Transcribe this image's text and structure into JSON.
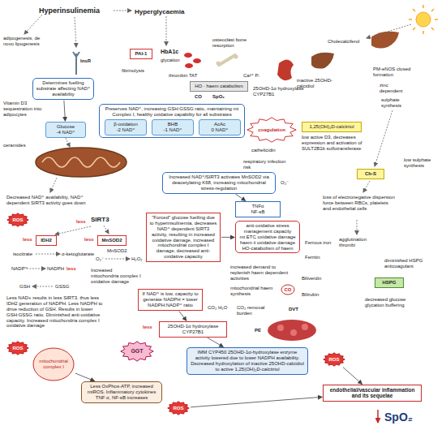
{
  "diagram": {
    "nodes": [
      {
        "text": [
          "PAI-1"
        ]
      },
      {
        "text": [
          "Determines fuelling substrate affecting NAD⁺ availability"
        ]
      },
      {
        "text": [
          "Preserves NAD⁺, increasing GSH:GSSG ratio, maintaining mt Complex I, healthy oxidative capability for all substrates"
        ]
      },
      {
        "text": [
          "Glucose",
          "-4 NAD⁺"
        ]
      },
      {
        "text": [
          "β-oxidation",
          "-2 NAD⁺"
        ],
        "in": 2
      },
      {
        "text": [
          "BHB",
          "-1 NAD⁺"
        ],
        "in": 2
      },
      {
        "text": [
          "AcAc",
          "0 NAD⁺"
        ],
        "in": 2
      },
      {
        "text": [
          "1,25(OH)₂D-calcitriol"
        ]
      },
      {
        "text": [
          "HO · haem catabolism"
        ]
      },
      {
        "text": [
          "coagulation"
        ]
      },
      {
        "text": [
          "Ch-S"
        ]
      },
      {
        "text": [
          "Increased NAD⁺/SIRT3 activates MnSOD2 via deacetylating K68, increasing mitochondrial stress-regulation"
        ]
      },
      {
        "text": [
          "TNFα",
          "NF-κB"
        ]
      },
      {
        "text": [
          "\"Forced\" glucose fuelling due to hyperinsulinemia, decreases NAD⁺ dependent SIRT3 activity, resulting in increased oxidative damage, increased mitochondrial complex I damage, decreased anti-oxidative capacity"
        ]
      },
      {
        "text": [
          "anti-oxidative stress management capacity",
          "mt ETC oxidative damage",
          "haem ii oxidative damage",
          "HO-catabolism of haem"
        ]
      },
      {
        "text": [
          "HSPG"
        ]
      },
      {
        "text": [
          "IDH2"
        ]
      },
      {
        "text": [
          "MnSOD2"
        ]
      },
      {
        "text": [
          "If NAD⁺ is low, capacity to generate NADPH = lower NADPH:NADP⁺ ratio"
        ]
      },
      {
        "text": [
          "25OHD-1α hydroxylase CYP27B1"
        ]
      },
      {
        "text": [
          "IMM CYP450 25OHD-1α-hydroxylase enzyme activity lowered due to lower NADPH availability. Decreased hydroxylation of inactive 25OHD-calcidiol to active 1,25(OH)₂D-calcitriol"
        ]
      },
      {
        "text": [
          "GGT"
        ]
      },
      {
        "text": [
          "mitochondrial complex I"
        ]
      },
      {
        "text": [
          "Less OxPhos-ATP, increased mtROS. Inflammatory cytokines TNF α, NF-κB increases"
        ]
      },
      {
        "text": [
          "endothelial/vascular inflammation and its sequelae"
        ]
      },
      {
        "text": [
          "ROS"
        ]
      },
      {
        "text": [
          "ROS"
        ]
      },
      {
        "text": [
          "ROS"
        ]
      },
      {
        "text": [
          "ROS"
        ]
      },
      {
        "text": [
          "CO"
        ]
      }
    ],
    "edges": [
      {
        "from": 1,
        "to": 3,
        "arrow": "to"
      },
      {
        "from": 11,
        "to": 12,
        "arrow": "to"
      },
      {
        "from": 13,
        "to": 14,
        "arrow": "to"
      },
      {
        "from": 18,
        "to": 19,
        "arrow": "to"
      },
      {
        "from": 19,
        "to": 20,
        "arrow": "to"
      },
      {
        "from": 22,
        "to": 23,
        "arrow": "to"
      },
      {
        "from": 28,
        "to": 24,
        "arrow": "to"
      },
      {
        "from": 27,
        "to": 24,
        "arrow": "to"
      }
    ],
    "labels": [
      "Hyperinsulinemia",
      "Hyperglycaemia",
      "InsR",
      "adipogenesis, de novo lipogenesis",
      "HbA1c",
      "glycation",
      "osteoclast bone resorption",
      "Cholecalciferol",
      "PM-eNOS closed formation",
      "inactive 25OHD-calcidiol",
      "zinc dependent",
      "Ca²⁺ Pᵢ",
      "thrombin TAT",
      "fibrinolysis",
      "25OHD-1α hydroxylase CYP27B1",
      "CO",
      "SpO₂",
      "sulphate synthesis",
      "Vitamin D3 sequestration into adipocytes",
      "low active D3, decreases expression and activation of SULT2B1b sulfotransferase",
      "cathelicidin",
      "respiratory infection risk",
      "ceramides",
      "O₂⁻",
      "loss of electronegative dispersion force between RBCs, platelets and endothelial cells",
      "low sulphate synthesis",
      "Decreased NAD⁺ availability, NAD⁺ dependent SIRT3 activity goes down",
      "less",
      "SIRT3",
      "agglutination thrombi",
      "less",
      "less",
      "isocitrate",
      "α-ketoglutarate",
      "NADP⁺",
      "NADPH",
      "less",
      "O₂⁻",
      "MnSOD2",
      "H₂O₂",
      "Ferrous iron",
      "Ferritin",
      "diminished HSPG anticoagulant",
      "Increased mitochondria complex I oxidative damage",
      "increased demand to replenish haem dependent activities",
      "Biliverdin",
      "mitochondrial haem synthesis",
      "Bilirubin",
      "GSH",
      "GSSG",
      "decreased glucose glycation buffering",
      "Less NAD+ results in less SIRT3, thus less IDH2 generation of NADPH. Less NADPH to drive reduction of GSH. Results in lower GSH:GSSG ratio. Diminished anti-oxidative capacity. Increased mitochondria complex I oxidative damage",
      "CO₂ H₂O",
      "CO₂ removal burden",
      "DVT",
      "less",
      "PE",
      "SpO₂"
    ]
  }
}
